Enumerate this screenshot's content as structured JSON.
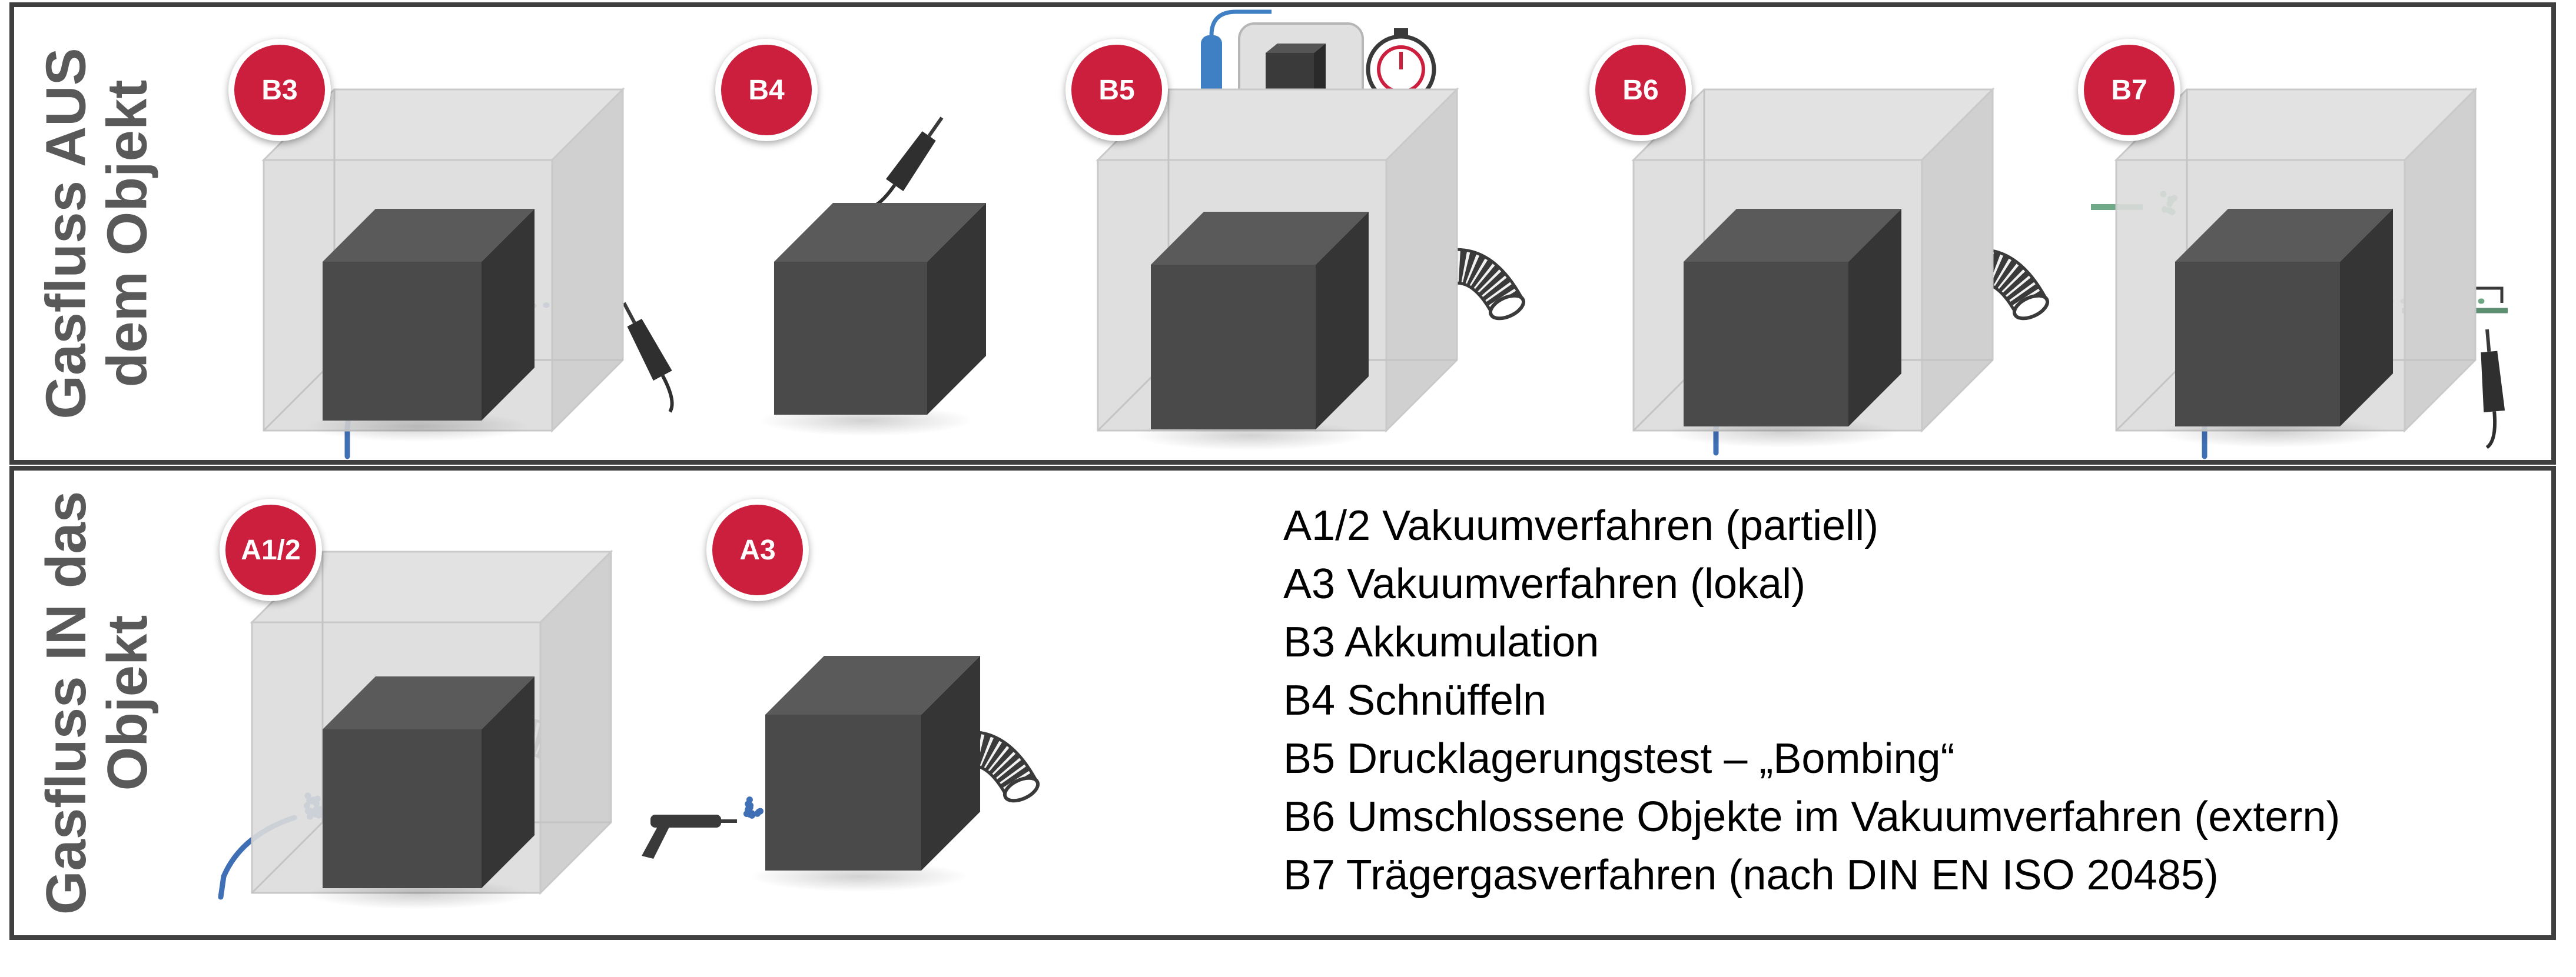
{
  "rows": {
    "out_title_line1": "Gasfluss AUS",
    "out_title_line2": "dem Objekt",
    "in_title_line1": "Gasfluss IN das",
    "in_title_line2": "Objekt"
  },
  "badges": {
    "b3": "B3",
    "b4": "B4",
    "b5": "B5",
    "b6": "B6",
    "b7": "B7",
    "a12": "A1/2",
    "a3": "A3"
  },
  "legend": [
    "A1/2 Vakuumverfahren (partiell)",
    "A3 Vakuumverfahren (lokal)",
    "B3 Akkumulation",
    "B4 Schnüffeln",
    "B5 Drucklagerungstest – „Bombing“",
    "B6 Umschlossene Objekte im Vakuumverfahren (extern)",
    "B7 Trägergasverfahren (nach DIN EN ISO 20485)"
  ],
  "colors": {
    "accent_badge": "#cc1f3d",
    "cube_front": "#4a4a4a",
    "cube_top": "#5a5a5a",
    "cube_side": "#353535",
    "chamber": "#dcdcdc",
    "gas_blue": "#3f6fb5",
    "gas_green": "#6fa887",
    "border": "#3f3f3f"
  },
  "icons": [
    "sniffer-probe-icon",
    "vacuum-hose-icon",
    "gas-cylinder-icon",
    "stopwatch-icon",
    "spray-gun-icon",
    "gas-line-icon"
  ]
}
